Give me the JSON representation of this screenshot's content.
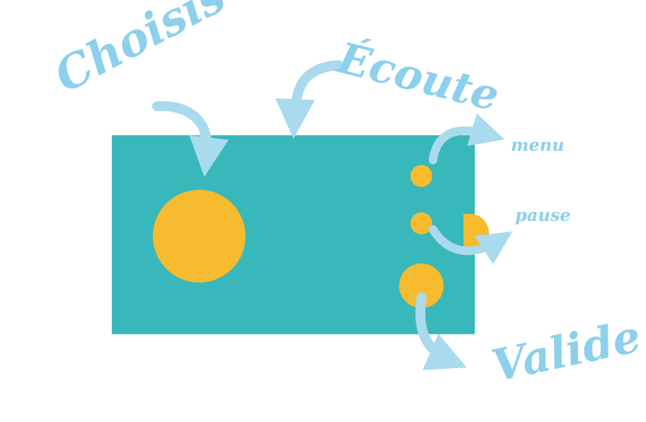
{
  "labels": {
    "choose": "Choisis",
    "listen": "Écoute",
    "menu": "menu",
    "pause": "pause",
    "validate": "Valide"
  },
  "colors": {
    "device": "#39b8bb",
    "button": "#f6bb2e",
    "annotation": "#8dd0ec",
    "arrow": "#a9daee"
  },
  "icons": {
    "arrow": "curved-arrow-icon"
  }
}
